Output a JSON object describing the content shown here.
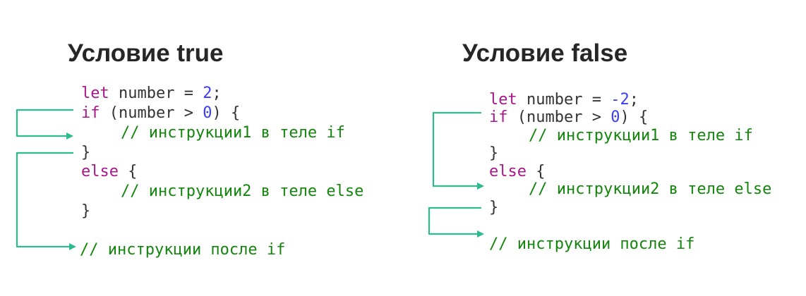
{
  "left": {
    "title": "Условие true",
    "code": {
      "l1": {
        "kw": "let",
        "txt": " number = ",
        "num": "2",
        "end": ";"
      },
      "l2": {
        "kw": "if",
        "txt": " (number > ",
        "num": "0",
        "end": ") {"
      },
      "l3": {
        "cm": "// инструкции1 в теле if"
      },
      "l4": {
        "txt": "}"
      },
      "l5": {
        "kw": "else",
        "txt": " {"
      },
      "l6": {
        "cm": "// инструкции2 в теле else"
      },
      "l7": {
        "txt": "}"
      },
      "l8": {
        "cm": "// инструкции после if"
      }
    }
  },
  "right": {
    "title": "Условие false",
    "code": {
      "l1": {
        "kw": "let",
        "txt": " number = ",
        "num": "-2",
        "end": ";"
      },
      "l2": {
        "kw": "if",
        "txt": " (number > ",
        "num": "0",
        "end": ") {"
      },
      "l3": {
        "cm": "// инструкции1 в теле if"
      },
      "l4": {
        "txt": "}"
      },
      "l5": {
        "kw": "else",
        "txt": " {"
      },
      "l6": {
        "cm": "// инструкции2 в теле else"
      },
      "l7": {
        "txt": "}"
      },
      "l8": {
        "cm": "// инструкции после if"
      }
    }
  },
  "colors": {
    "arrow": "#2dba8e",
    "keyword": "#a8178a",
    "number": "#3b3cf5",
    "comment": "#13850c",
    "title": "#262626"
  }
}
